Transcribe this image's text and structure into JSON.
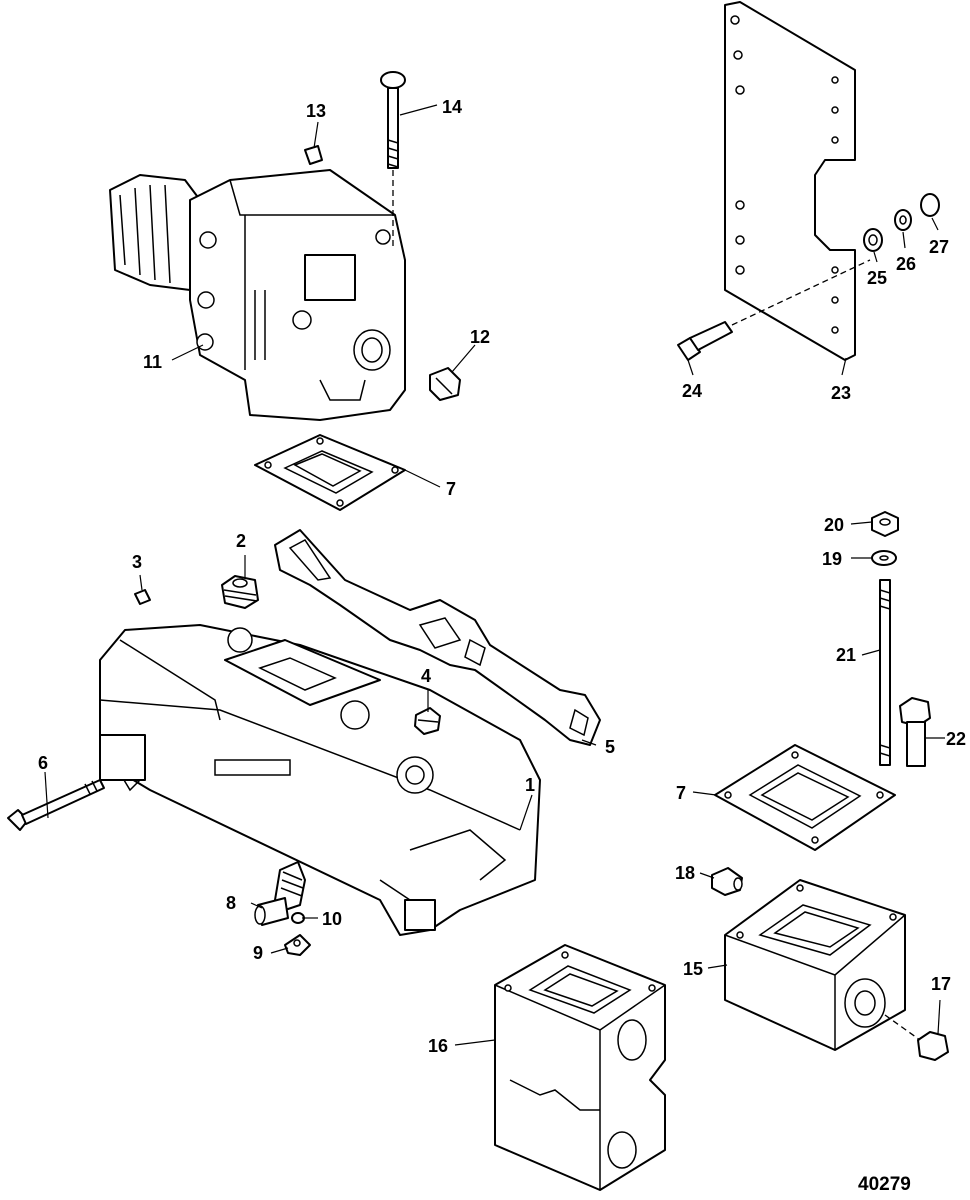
{
  "callouts": {
    "c1": "1",
    "c2": "2",
    "c3": "3",
    "c4": "4",
    "c5": "5",
    "c6": "6",
    "c7a": "7",
    "c7b": "7",
    "c8": "8",
    "c9": "9",
    "c10": "10",
    "c11": "11",
    "c12": "12",
    "c13": "13",
    "c14": "14",
    "c15": "15",
    "c16": "16",
    "c17": "17",
    "c18": "18",
    "c19": "19",
    "c20": "20",
    "c21": "21",
    "c22": "22",
    "c23": "23",
    "c24": "24",
    "c25": "25",
    "c26": "26",
    "c27": "27"
  },
  "figure_number": "40279"
}
